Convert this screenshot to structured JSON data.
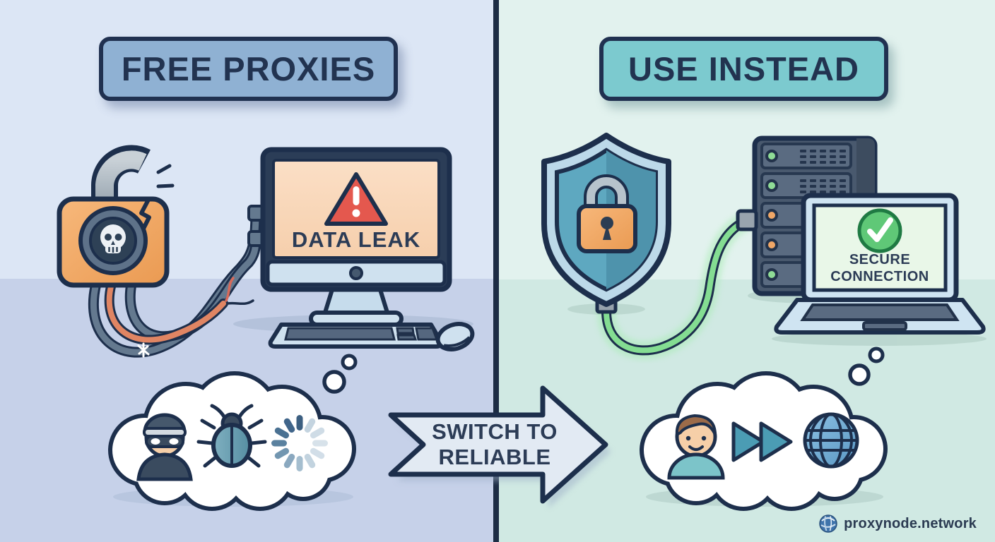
{
  "left": {
    "title": "FREE PROXIES",
    "monitor_alert": "DATA LEAK",
    "cloud_icons": [
      "hacker-icon",
      "bug-icon",
      "loading-spinner-icon"
    ],
    "scene_icons": [
      "broken-padlock-icon",
      "skull-icon",
      "tangled-cables",
      "desktop-monitor",
      "warning-triangle-icon"
    ],
    "bg_top": "#dce6f5",
    "bg_bottom": "#c6d1e9",
    "banner_fill": "#8fb1d3"
  },
  "center": {
    "arrow_line1": "SWITCH TO",
    "arrow_line2": "RELIABLE",
    "arrow_fill": "#e2eaf3"
  },
  "right": {
    "title": "USE INSTEAD",
    "laptop_line1": "SECURE",
    "laptop_line2": "CONNECTION",
    "cloud_icons": [
      "user-icon",
      "fast-forward-icon",
      "globe-icon"
    ],
    "scene_icons": [
      "security-shield-icon",
      "padlock-icon",
      "secure-cable",
      "server-rack",
      "laptop",
      "checkmark-icon"
    ],
    "bg_top": "#e2f2ee",
    "bg_bottom": "#d0e9e3",
    "banner_fill": "#7ccacf"
  },
  "brand": {
    "name": "proxynode.network"
  },
  "palette": {
    "outline_navy": "#1d2f4c",
    "divider": "#1c2c44",
    "alert_red": "#e4584e",
    "warning_orange": "#f2a660",
    "secure_green": "#5fc877",
    "cable_green": "#84dd92",
    "teal_accent": "#4b9cb4",
    "screen_peach": "#f9d8bc",
    "screen_mint": "#e9f7e8"
  }
}
